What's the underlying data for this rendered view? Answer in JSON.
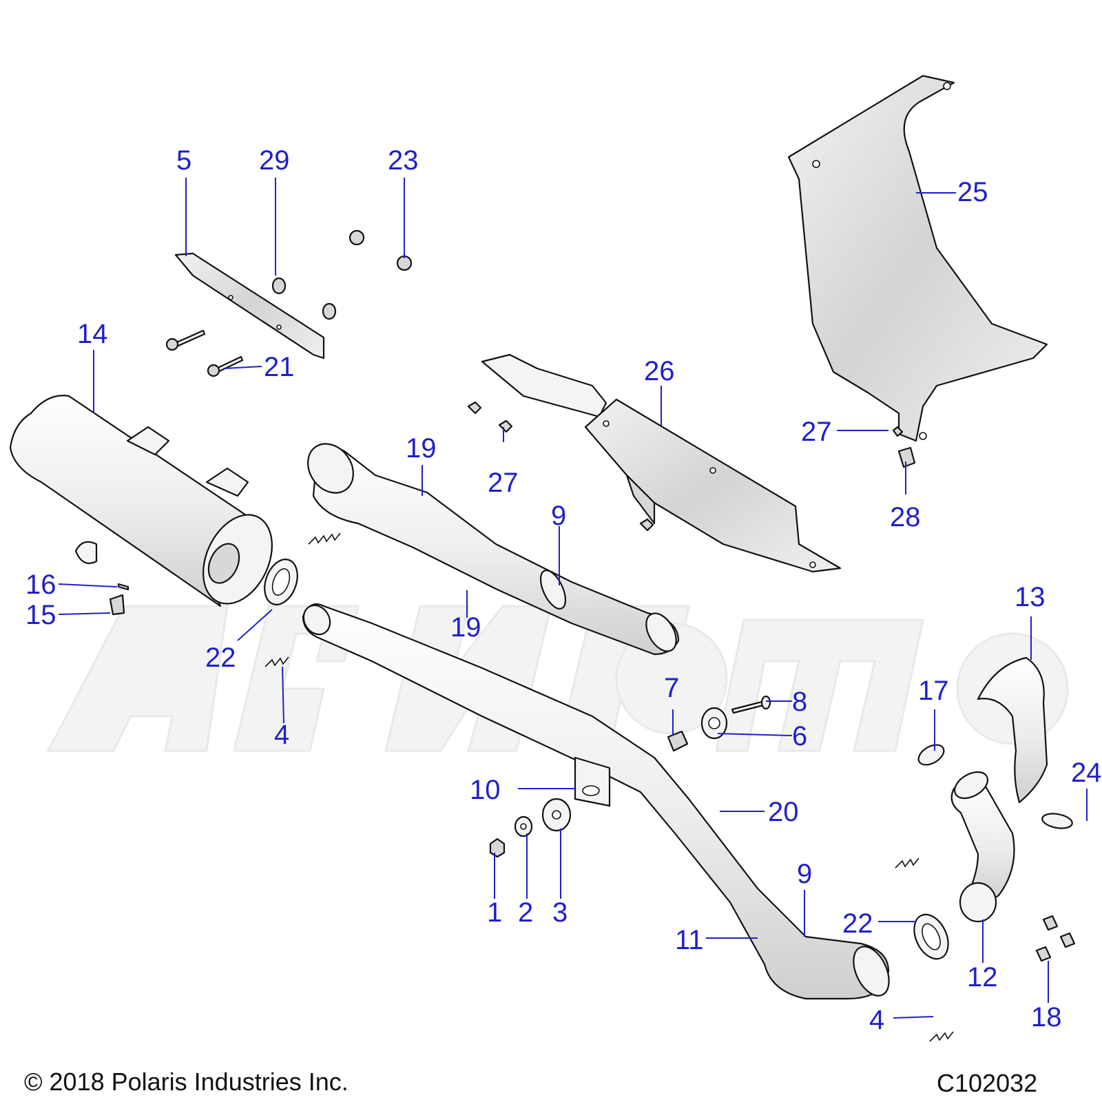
{
  "footer": {
    "copyright": "© 2018 Polaris Industries Inc.",
    "diagram_code": "C102032"
  },
  "callouts": [
    {
      "id": "c5",
      "label": "5"
    },
    {
      "id": "c29",
      "label": "29"
    },
    {
      "id": "c23",
      "label": "23"
    },
    {
      "id": "c25",
      "label": "25"
    },
    {
      "id": "c14",
      "label": "14"
    },
    {
      "id": "c21",
      "label": "21"
    },
    {
      "id": "c26",
      "label": "26"
    },
    {
      "id": "c19a",
      "label": "19"
    },
    {
      "id": "c27a",
      "label": "27"
    },
    {
      "id": "c27b",
      "label": "27"
    },
    {
      "id": "c28",
      "label": "28"
    },
    {
      "id": "c9a",
      "label": "9"
    },
    {
      "id": "c19b",
      "label": "19"
    },
    {
      "id": "c16",
      "label": "16"
    },
    {
      "id": "c15",
      "label": "15"
    },
    {
      "id": "c22a",
      "label": "22"
    },
    {
      "id": "c4a",
      "label": "4"
    },
    {
      "id": "c13",
      "label": "13"
    },
    {
      "id": "c7",
      "label": "7"
    },
    {
      "id": "c8",
      "label": "8"
    },
    {
      "id": "c6",
      "label": "6"
    },
    {
      "id": "c17",
      "label": "17"
    },
    {
      "id": "c24",
      "label": "24"
    },
    {
      "id": "c10",
      "label": "10"
    },
    {
      "id": "c20",
      "label": "20"
    },
    {
      "id": "c1",
      "label": "1"
    },
    {
      "id": "c2",
      "label": "2"
    },
    {
      "id": "c3",
      "label": "3"
    },
    {
      "id": "c9b",
      "label": "9"
    },
    {
      "id": "c22b",
      "label": "22"
    },
    {
      "id": "c11",
      "label": "11"
    },
    {
      "id": "c12",
      "label": "12"
    },
    {
      "id": "c4b",
      "label": "4"
    },
    {
      "id": "c18",
      "label": "18"
    }
  ]
}
